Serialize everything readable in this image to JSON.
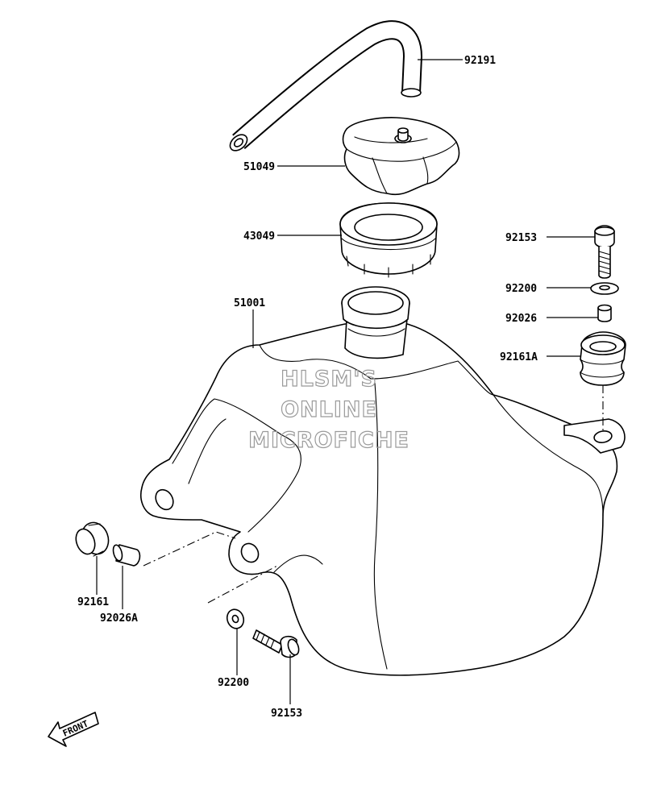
{
  "watermark": {
    "line1": "HLSM'S",
    "line2": "ONLINE",
    "line3": "MICROFICHE",
    "color": "#9a9a9a"
  },
  "labels": {
    "hose": "92191",
    "cap": "51049",
    "gasket": "43049",
    "tank": "51001",
    "bolt_right": "92153",
    "washer_right": "92200",
    "collar_right": "92026",
    "damper_right": "92161A",
    "damper_left": "92161",
    "collar_left": "92026A",
    "washer_left": "92200",
    "bolt_left": "92153"
  },
  "front_arrow": {
    "text": "FRONT"
  },
  "colors": {
    "ink": "#000000",
    "paper": "#ffffff"
  }
}
